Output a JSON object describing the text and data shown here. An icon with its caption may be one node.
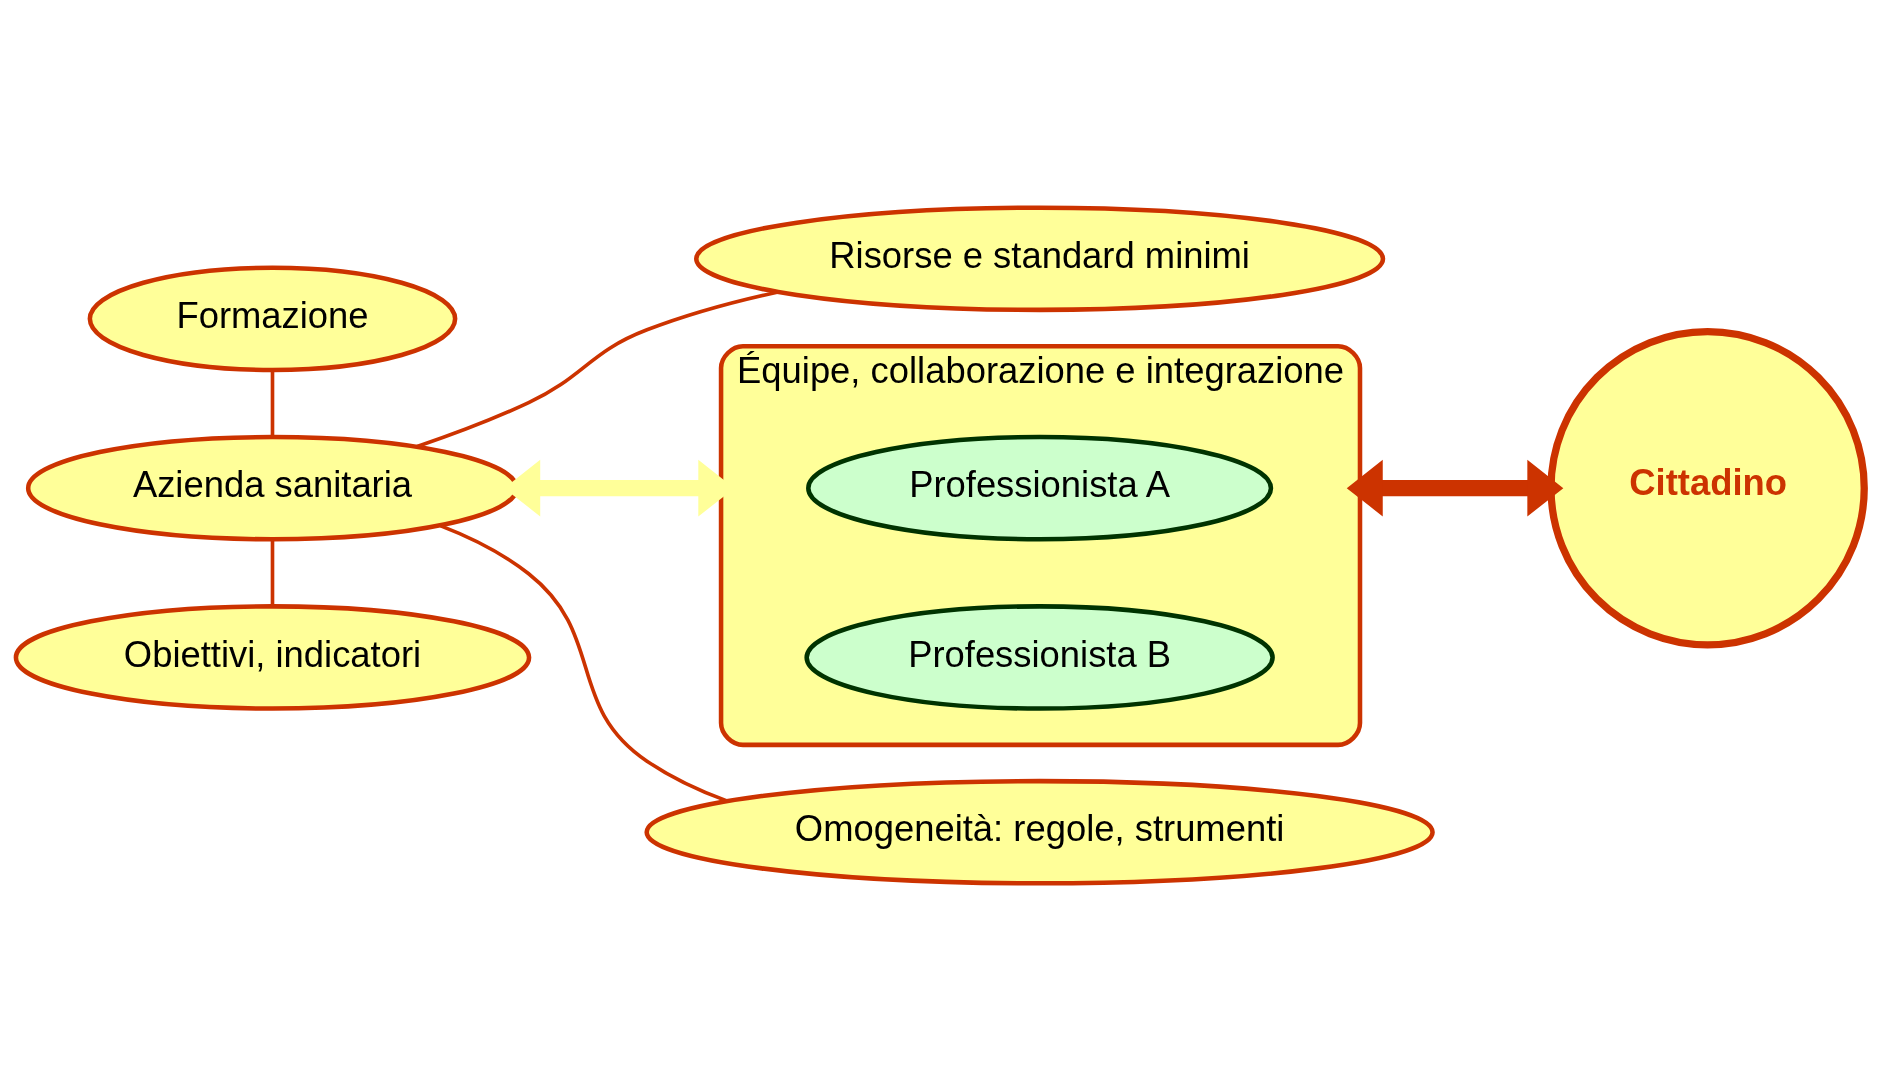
{
  "diagram": {
    "nodes": [
      {
        "text": [
          "Formazione"
        ]
      },
      {
        "text": [
          "Risorse e standard minimi"
        ]
      },
      {
        "text": [
          "Azienda sanitaria"
        ]
      },
      {
        "text": [
          "Équipe, collaborazione e integrazione"
        ]
      },
      {
        "text": [
          "Professionista A"
        ],
        "in": 3
      },
      {
        "text": [
          "Professionista B"
        ],
        "in": 3
      },
      {
        "text": [
          "Cittadino"
        ]
      },
      {
        "text": [
          "Obiettivi, indicatori"
        ]
      },
      {
        "text": [
          "Omogeneità: regole, strumenti"
        ]
      }
    ],
    "edges": [
      {
        "from": 0,
        "to": 2,
        "arrow": "none"
      },
      {
        "from": 1,
        "to": 2,
        "arrow": "none"
      },
      {
        "from": 2,
        "to": 7,
        "arrow": "none"
      },
      {
        "from": 2,
        "to": 8,
        "arrow": "none"
      },
      {
        "from": 2,
        "to": 3,
        "arrow": "both",
        "style": "thick",
        "color": "#ffff99"
      },
      {
        "from": 3,
        "to": 6,
        "arrow": "both",
        "style": "thick"
      }
    ]
  }
}
